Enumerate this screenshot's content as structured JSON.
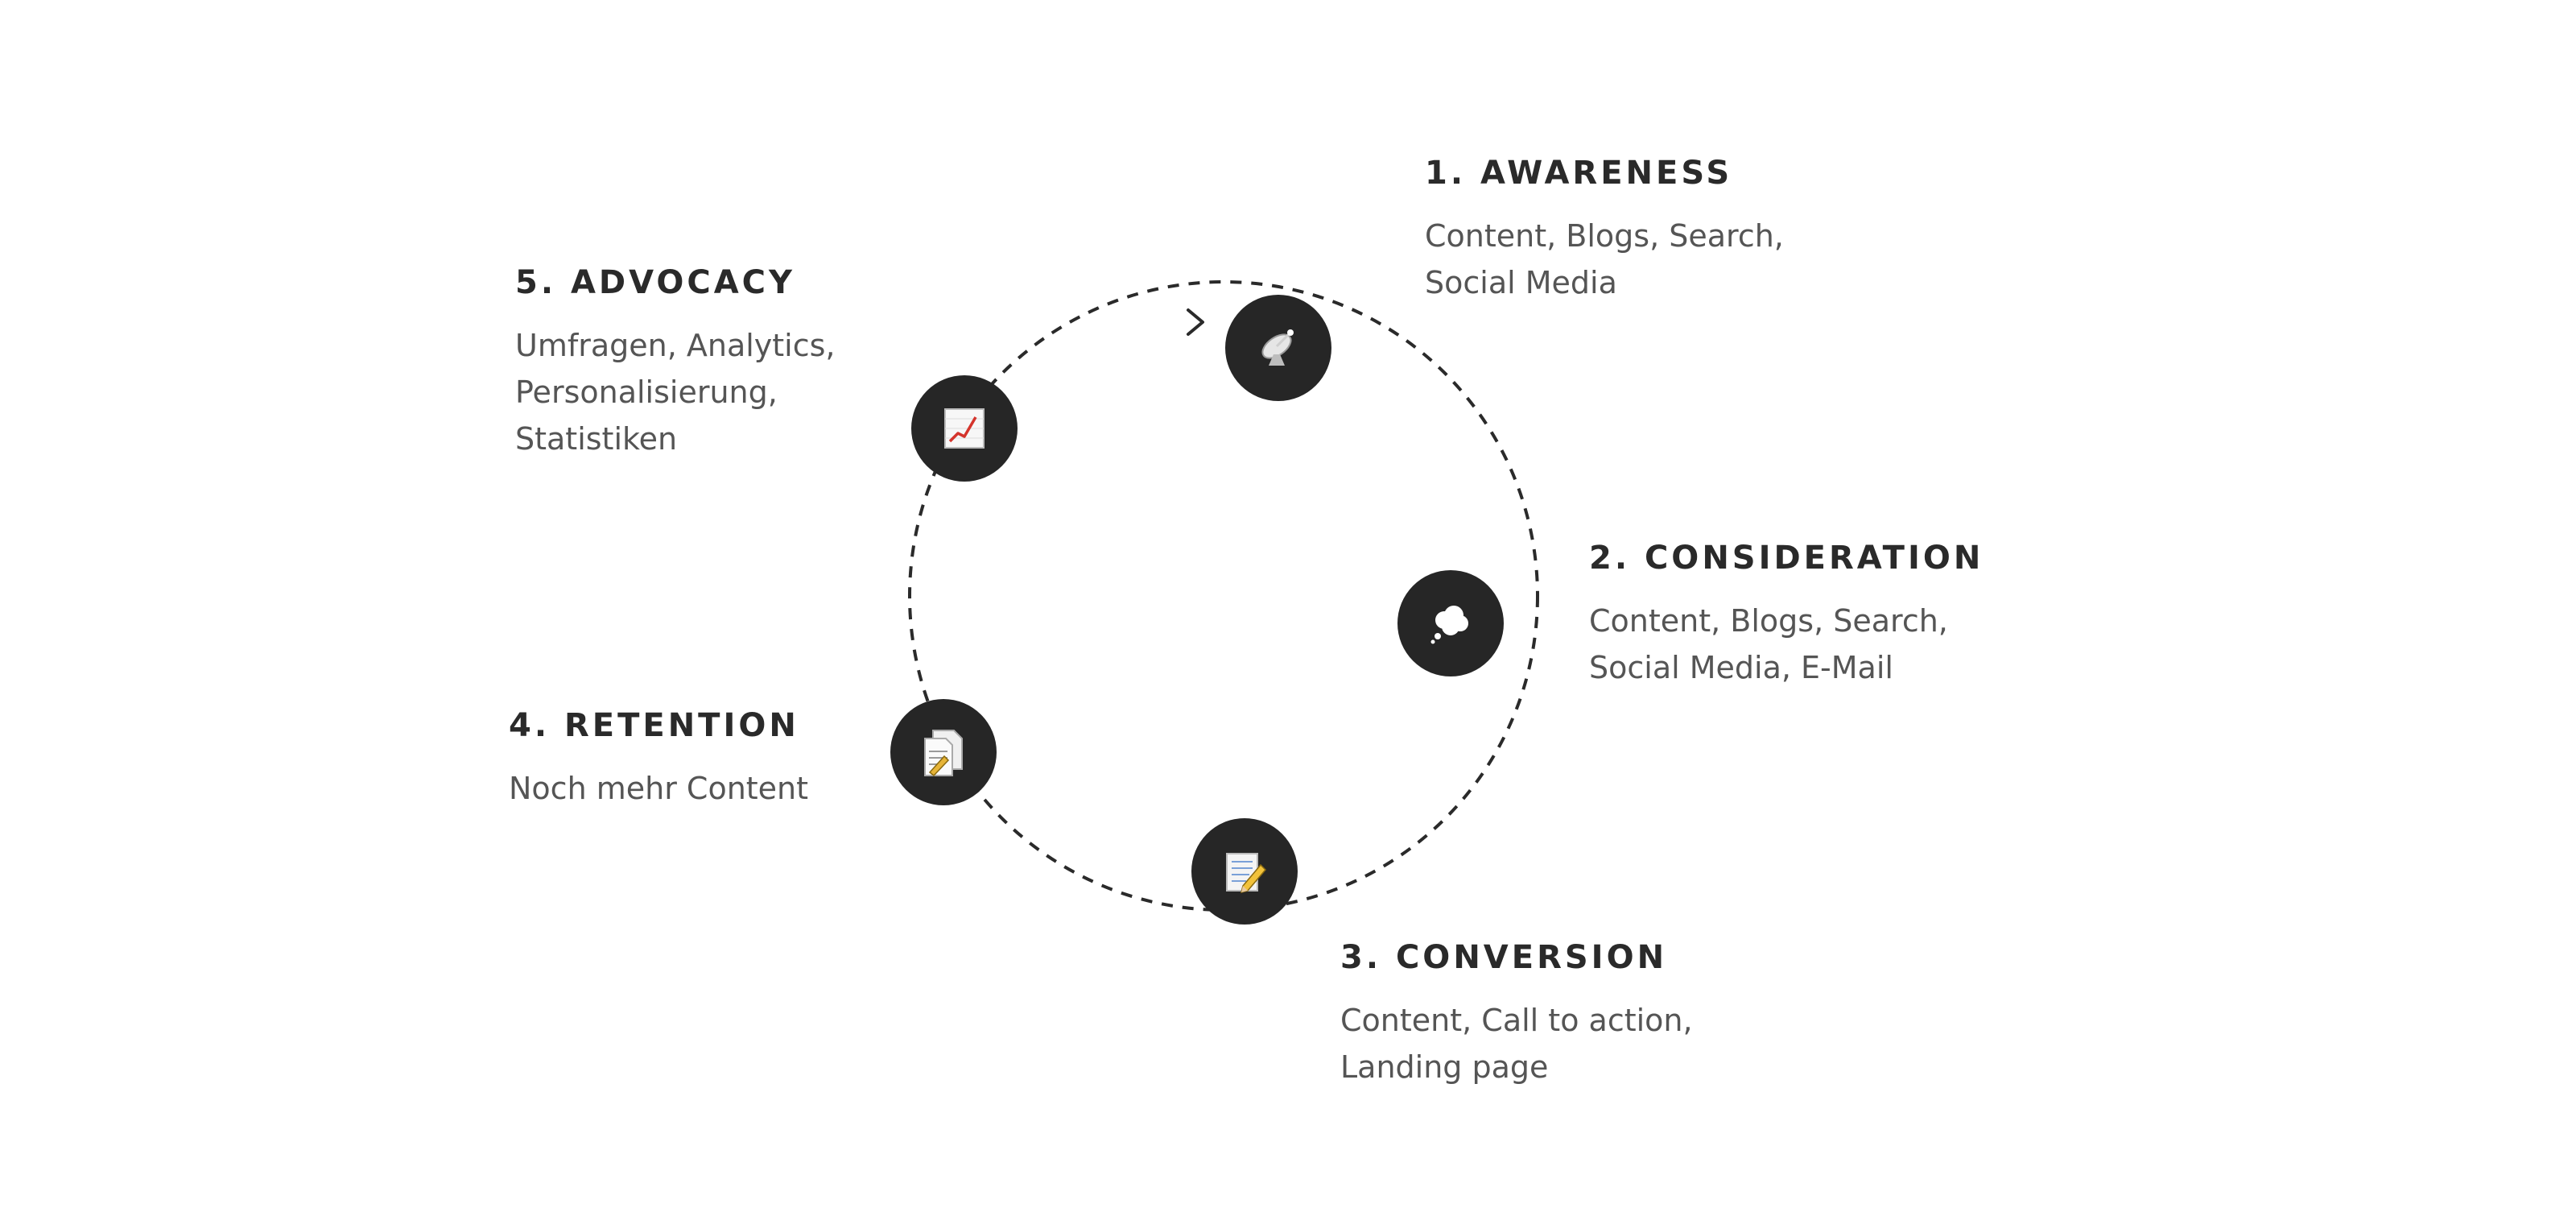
{
  "stages": [
    {
      "title": "1. AWARENESS",
      "lines": [
        "Content, Blogs, Search,",
        "Social Media"
      ],
      "icon": "satellite-dish-icon"
    },
    {
      "title": "2. CONSIDERATION",
      "lines": [
        "Content, Blogs, Search,",
        "Social Media, E-Mail"
      ],
      "icon": "thought-bubble-icon"
    },
    {
      "title": "3. CONVERSION",
      "lines": [
        "Content, Call to action,",
        "Landing page"
      ],
      "icon": "memo-pencil-icon"
    },
    {
      "title": "4. RETENTION",
      "lines": [
        "Noch mehr Content"
      ],
      "icon": "documents-icon"
    },
    {
      "title": "5. ADVOCACY",
      "lines": [
        "Umfragen, Analytics,",
        "Personalisierung,",
        "Statistiken"
      ],
      "icon": "chart-increasing-icon"
    }
  ],
  "colors": {
    "node_fill": "#262626",
    "title_text": "#2a2a2a",
    "body_text": "#555555",
    "connector": "#2a2a2a"
  }
}
